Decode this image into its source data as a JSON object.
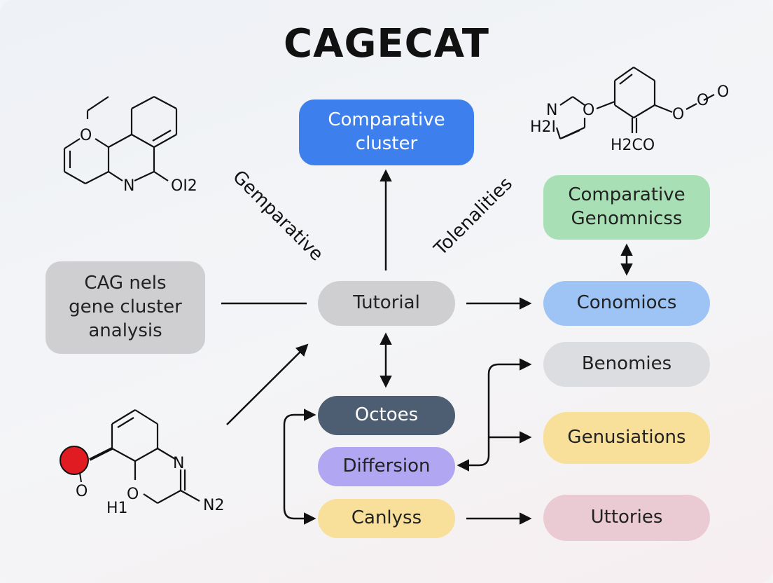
{
  "title": "CAGECAT",
  "nodes": {
    "comparative_cluster": "Comparative cluster",
    "comparative_genomics": "Comparative Genomnicss",
    "cagnels": "CAG nels gene cluster analysis",
    "tutorial": "Tutorial",
    "conomiocs": "Conomiocs",
    "benomies": "Benomies",
    "octoes": "Octoes",
    "genusiations": "Genusiations",
    "differsion": "Differsion",
    "canlyss": "Canlyss",
    "uttories": "Uttories"
  },
  "edge_labels": {
    "gemparative": "Gemparative",
    "tolenalities": "Tolenalities"
  },
  "molecules": {
    "top_left": {
      "labels": [
        "O",
        "N",
        "OI2"
      ]
    },
    "top_right": {
      "labels": [
        "N",
        "O",
        "H2I",
        "O",
        "O",
        "O",
        "H2CO"
      ]
    },
    "bottom_left": {
      "labels": [
        "N",
        "O",
        "O",
        "H1",
        "N2"
      ]
    }
  },
  "colors": {
    "blue": "#3d7fec",
    "green": "#a8dfb5",
    "grey": "#cfcfd1",
    "light_grey": "#dcdde0",
    "light_blue": "#9dc4f5",
    "slate": "#4d5e72",
    "purple": "#b1a6f2",
    "yellow": "#f8e09a",
    "pink": "#ebcbd3",
    "red_atom": "#e01b22"
  }
}
